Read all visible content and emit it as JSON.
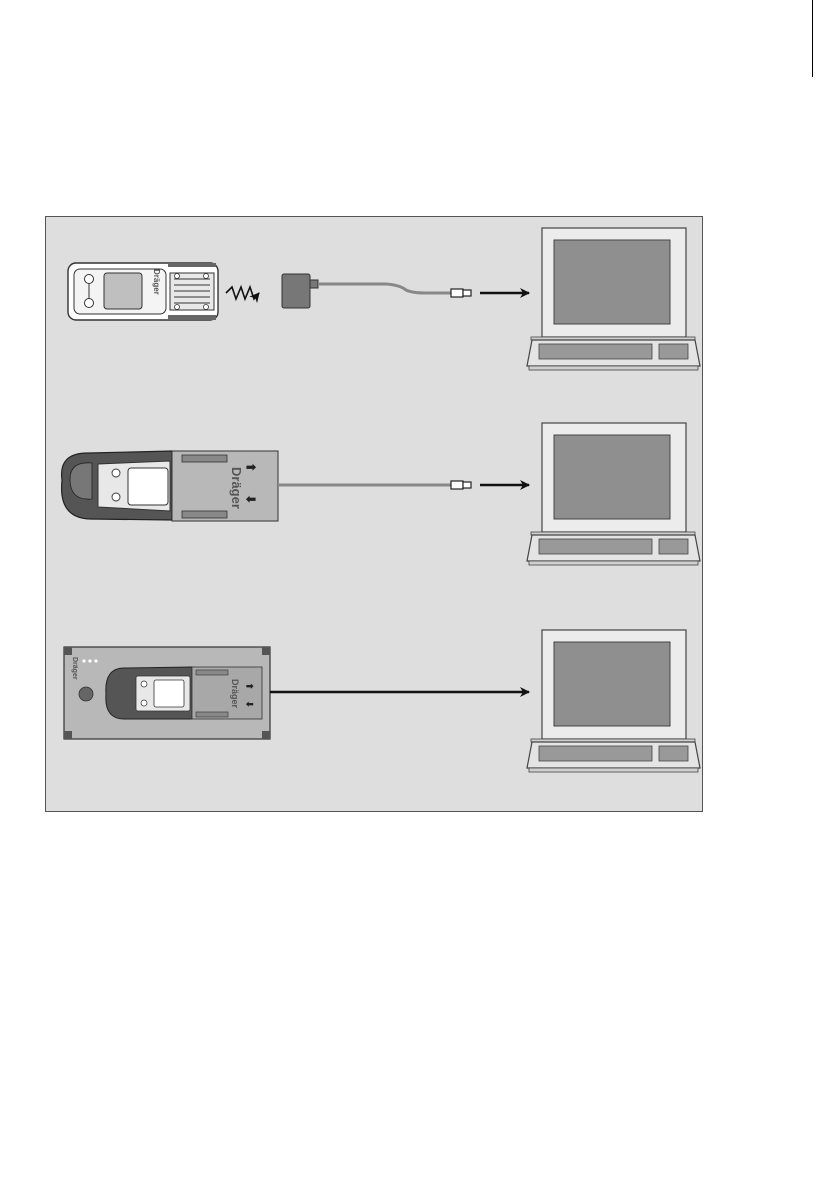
{
  "figure": {
    "brand_label": "Dräger",
    "rows": [
      {
        "id": "ir-link",
        "device": "gas detector",
        "link": "infrared",
        "adapter": "IR adapter with cable",
        "target": "laptop"
      },
      {
        "id": "cradle-link",
        "device": "gas detector in cradle",
        "link": "cable",
        "target": "laptop"
      },
      {
        "id": "station-link",
        "device": "gas detector in test station",
        "link": "direct",
        "target": "laptop"
      }
    ],
    "colors": {
      "panel": "#dedede",
      "device_dark": "#555555",
      "screen": "#8f8f8f",
      "line": "#111111"
    }
  }
}
